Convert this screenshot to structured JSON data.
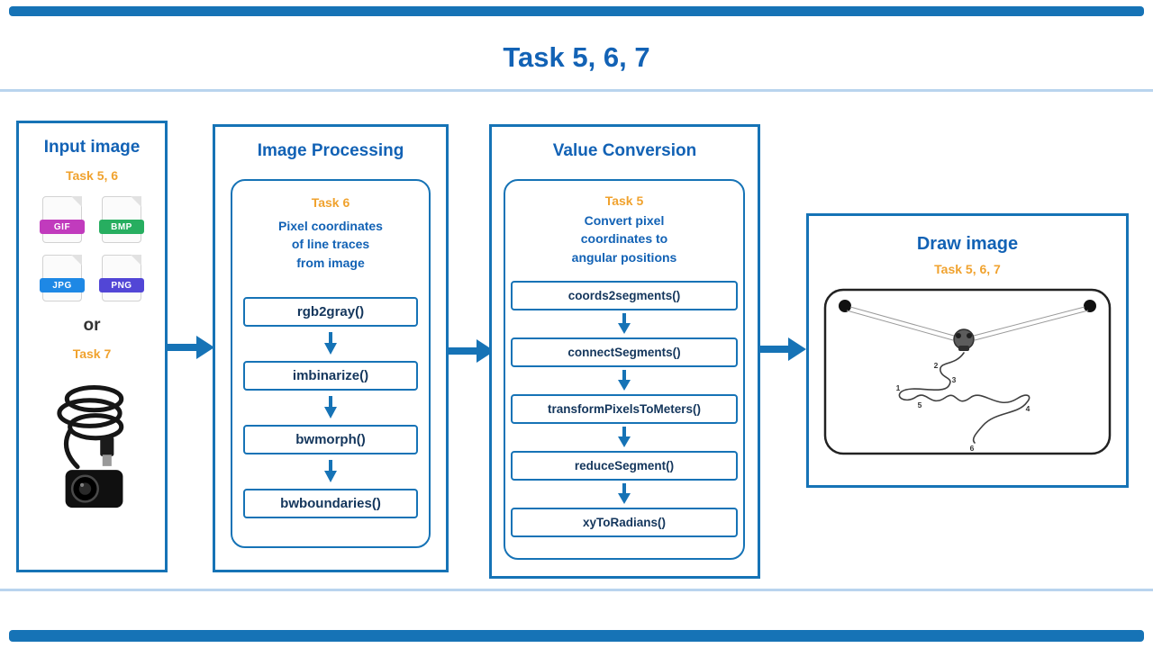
{
  "header": {
    "title": "Task 5, 6, 7"
  },
  "colors": {
    "accent_blue": "#1673b6",
    "text_blue": "#1262b5",
    "task_orange": "#f0a22e",
    "gif_badge": "#c13bbd",
    "bmp_badge": "#27ae60",
    "jpg_badge": "#1e88e5",
    "png_badge": "#5246d6"
  },
  "input_panel": {
    "title": "Input image",
    "task_label": "Task 5, 6",
    "file_types": [
      {
        "label": "GIF"
      },
      {
        "label": "BMP"
      },
      {
        "label": "JPG"
      },
      {
        "label": "PNG"
      }
    ],
    "or_label": "or",
    "task7_label": "Task 7"
  },
  "processing_panel": {
    "title": "Image Processing",
    "task_label": "Task 6",
    "description": "Pixel coordinates\nof line traces\nfrom image",
    "steps": [
      "rgb2gray()",
      "imbinarize()",
      "bwmorph()",
      "bwboundaries()"
    ]
  },
  "conversion_panel": {
    "title": "Value Conversion",
    "task_label": "Task 5",
    "description": "Convert pixel\ncoordinates to\nangular positions",
    "steps": [
      "coords2segments()",
      "connectSegments()",
      "transformPixelsToMeters()",
      "reduceSegment()",
      "xyToRadians()"
    ]
  },
  "draw_panel": {
    "title": "Draw image",
    "task_label": "Task 5, 6, 7",
    "point_labels": [
      "1",
      "2",
      "3",
      "4",
      "5",
      "6"
    ]
  }
}
